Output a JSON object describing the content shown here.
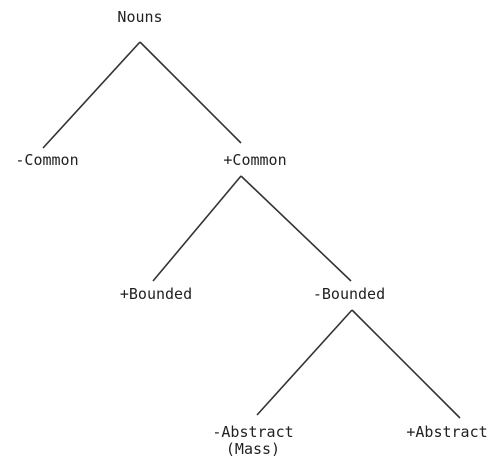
{
  "diagram": {
    "nodes": [
      {
        "id": "nouns",
        "label": "Nouns"
      },
      {
        "id": "common-neg",
        "label": "-Common"
      },
      {
        "id": "common-pos",
        "label": "+Common"
      },
      {
        "id": "bounded-pos",
        "label": "+Bounded"
      },
      {
        "id": "bounded-neg",
        "label": "-Bounded"
      },
      {
        "id": "abstract-neg",
        "label": "-Abstract",
        "sublabel": "(Mass)"
      },
      {
        "id": "abstract-pos",
        "label": "+Abstract"
      }
    ],
    "edges": [
      {
        "from": "nouns",
        "to": "common-neg"
      },
      {
        "from": "nouns",
        "to": "common-pos"
      },
      {
        "from": "common-pos",
        "to": "bounded-pos"
      },
      {
        "from": "common-pos",
        "to": "bounded-neg"
      },
      {
        "from": "bounded-neg",
        "to": "abstract-neg"
      },
      {
        "from": "bounded-neg",
        "to": "abstract-pos"
      }
    ],
    "colors": {
      "line": "#333333",
      "text": "#222222",
      "background": "#ffffff"
    }
  }
}
